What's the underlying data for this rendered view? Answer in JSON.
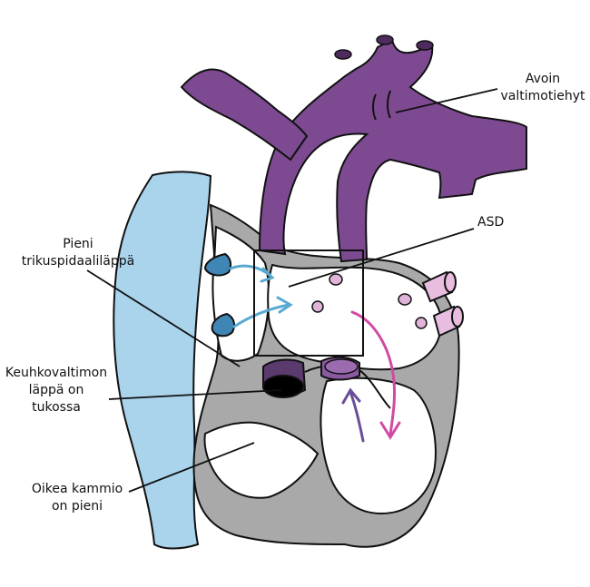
{
  "labels": {
    "ductus": [
      "Avoin",
      "valtimotiehyt"
    ],
    "asd": "ASD",
    "tricuspid": [
      "Pieni",
      "trikuspidaaliläppä"
    ],
    "pulmonary_valve": [
      "Keuhkovaltimon",
      "läppä on",
      "tukossa"
    ],
    "right_ventricle": [
      "Oikea kammio",
      "on pieni"
    ]
  },
  "colors": {
    "vein_blue": "#a9d4ec",
    "valve_blue": "#3f86b7",
    "arrow_blue": "#5aa9d0",
    "aorta_purple": "#7d4a92",
    "arrow_magenta": "#d24aa2",
    "arrow_purple": "#6a4e98",
    "wall_gray": "#a9a9a9",
    "pulm_vein_pink": "#e8bde0",
    "outline": "#111111"
  },
  "icons": {
    "ductus_arrows": "arrow-icon"
  }
}
